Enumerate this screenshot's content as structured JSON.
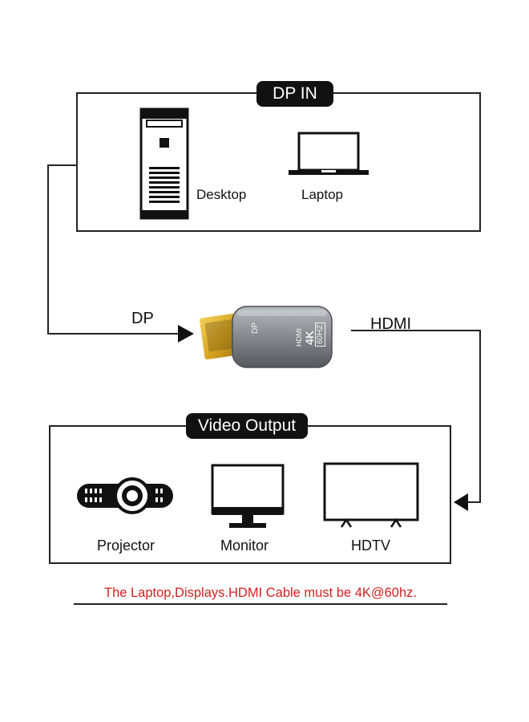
{
  "source_panel": {
    "title": "DP IN",
    "devices": [
      "Desktop",
      "Laptop"
    ]
  },
  "adapter": {
    "input_label": "DP",
    "output_label": "HDMI",
    "body_marks": [
      "DP",
      "HDMI",
      "4K",
      "60HZ"
    ]
  },
  "output_panel": {
    "title": "Video Output",
    "devices": [
      "Projector",
      "Monitor",
      "HDTV"
    ]
  },
  "footnote": "The Laptop,Displays.HDMI Cable must be 4K@60hz.",
  "colors": {
    "line": "#222222",
    "pill": "#111111",
    "note": "#d41f1f",
    "adapter_body": "#8a8d92",
    "connector_gold": "#d9a621"
  }
}
